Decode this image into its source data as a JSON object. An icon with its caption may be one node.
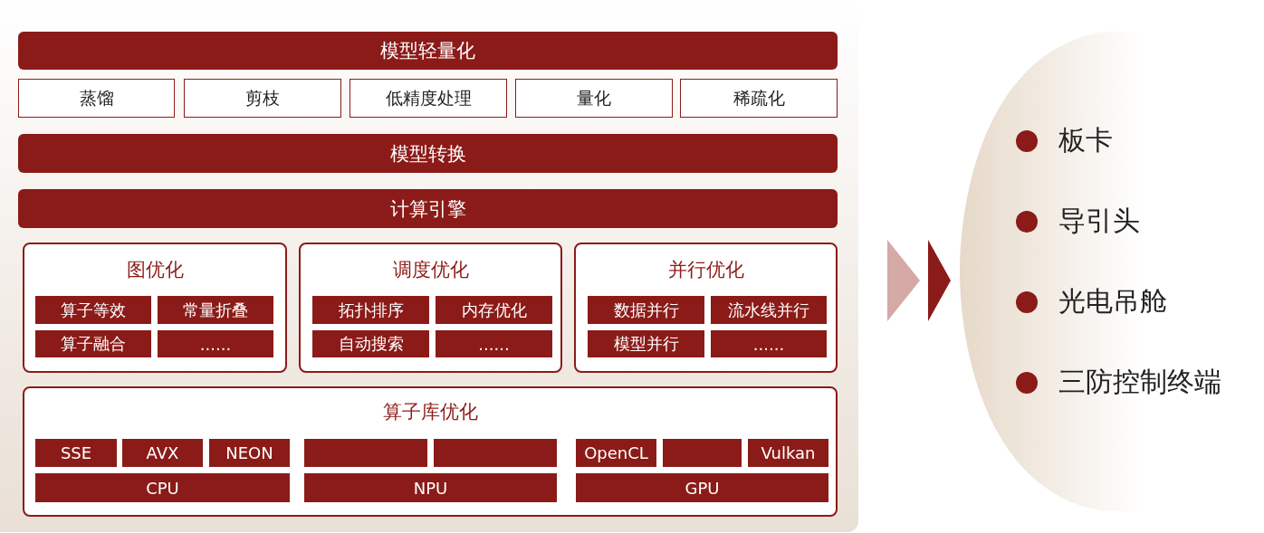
{
  "diagram": {
    "nodes": [
      {
        "text": [],
        "shape": "box"
      },
      {
        "text": [
          "模型轻量化"
        ],
        "in": 0
      },
      {
        "text": [
          "蒸馏"
        ],
        "in": 0
      },
      {
        "text": [
          "剪枝"
        ],
        "in": 0
      },
      {
        "text": [
          "低精度处理"
        ],
        "in": 0
      },
      {
        "text": [
          "量化"
        ],
        "in": 0
      },
      {
        "text": [
          "稀疏化"
        ],
        "in": 0
      },
      {
        "text": [
          "模型转换"
        ],
        "in": 0
      },
      {
        "text": [
          "计算引擎"
        ],
        "in": 0
      },
      {
        "text": [
          "图优化"
        ],
        "in": 0
      },
      {
        "text": [
          "算子等效"
        ],
        "in": 9
      },
      {
        "text": [
          "常量折叠"
        ],
        "in": 9
      },
      {
        "text": [
          "算子融合"
        ],
        "in": 9
      },
      {
        "text": [
          "......"
        ],
        "in": 9
      },
      {
        "text": [
          "调度优化"
        ],
        "in": 0
      },
      {
        "text": [
          "拓扑排序"
        ],
        "in": 14
      },
      {
        "text": [
          "内存优化"
        ],
        "in": 14
      },
      {
        "text": [
          "自动搜索"
        ],
        "in": 14
      },
      {
        "text": [
          "......"
        ],
        "in": 14
      },
      {
        "text": [
          "并行优化"
        ],
        "in": 0
      },
      {
        "text": [
          "数据并行"
        ],
        "in": 19
      },
      {
        "text": [
          "流水线并行"
        ],
        "in": 19
      },
      {
        "text": [
          "模型并行"
        ],
        "in": 19
      },
      {
        "text": [
          "......"
        ],
        "in": 19
      },
      {
        "text": [
          "算子库优化"
        ],
        "in": 0
      },
      {
        "text": [
          "SSE"
        ],
        "in": 24
      },
      {
        "text": [
          "AVX"
        ],
        "in": 24
      },
      {
        "text": [
          "NEON"
        ],
        "in": 24
      },
      {
        "text": [
          "CPU"
        ],
        "in": 24
      },
      {
        "text": [],
        "shape": "box",
        "in": 24
      },
      {
        "text": [],
        "shape": "box",
        "in": 24
      },
      {
        "text": [
          "NPU"
        ],
        "in": 24
      },
      {
        "text": [
          "OpenCL"
        ],
        "in": 24
      },
      {
        "text": [],
        "shape": "box",
        "in": 24
      },
      {
        "text": [
          "Vulkan"
        ],
        "in": 24
      },
      {
        "text": [
          "GPU"
        ],
        "in": 24
      },
      {
        "text": [
          "板卡",
          "导引头",
          "光电吊舱",
          "三防控制终端"
        ]
      }
    ],
    "edges": [
      {
        "from": 0,
        "to": 36,
        "arrow": "to"
      }
    ]
  }
}
